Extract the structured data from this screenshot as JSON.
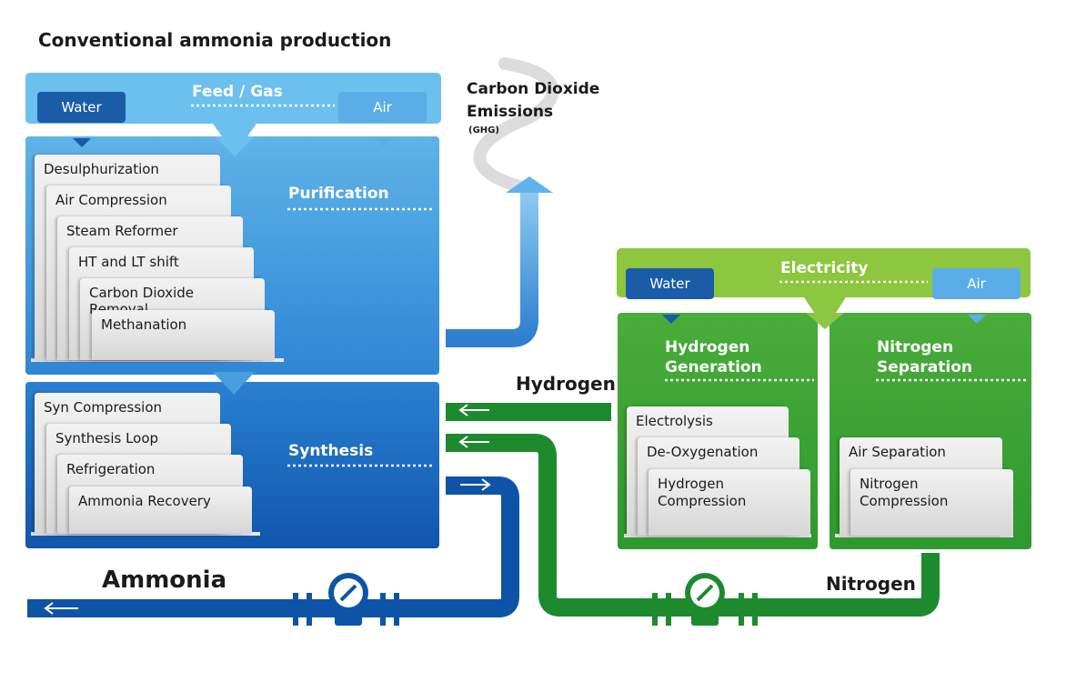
{
  "title": "Conventional ammonia production",
  "feed": {
    "label": "Feed / Gas",
    "water": "Water",
    "air": "Air"
  },
  "co2": {
    "line1": "Carbon Dioxide",
    "line2": "Emissions",
    "sub": "(GHG)"
  },
  "purification": {
    "label": "Purification",
    "steps": [
      "Desulphurization",
      "Air Compression",
      "Steam Reformer",
      "HT and LT shift",
      "Carbon Dioxide Removal",
      "Methanation"
    ]
  },
  "synthesis": {
    "label": "Synthesis",
    "steps": [
      "Syn Compression",
      "Synthesis Loop",
      "Refrigeration",
      "Ammonia Recovery"
    ]
  },
  "electricity": {
    "label": "Electricity",
    "water": "Water",
    "air": "Air"
  },
  "hydrogen_gen": {
    "label_line1": "Hydrogen",
    "label_line2": "Generation",
    "steps": [
      "Electrolysis",
      "De-Oxygenation",
      "Hydrogen",
      "Compression"
    ]
  },
  "nitrogen_sep": {
    "label_line1": "Nitrogen",
    "label_line2": "Separation",
    "steps": [
      "Air Separation",
      "Nitrogen",
      "Compression"
    ]
  },
  "flows": {
    "hydrogen": "Hydrogen",
    "ammonia": "Ammonia",
    "nitrogen": "Nitrogen"
  },
  "colors": {
    "blue_light": "#5bb5ea",
    "blue_dark": "#0d54a8",
    "green_light": "#8dc63f",
    "green_dark": "#1e8a2e"
  }
}
